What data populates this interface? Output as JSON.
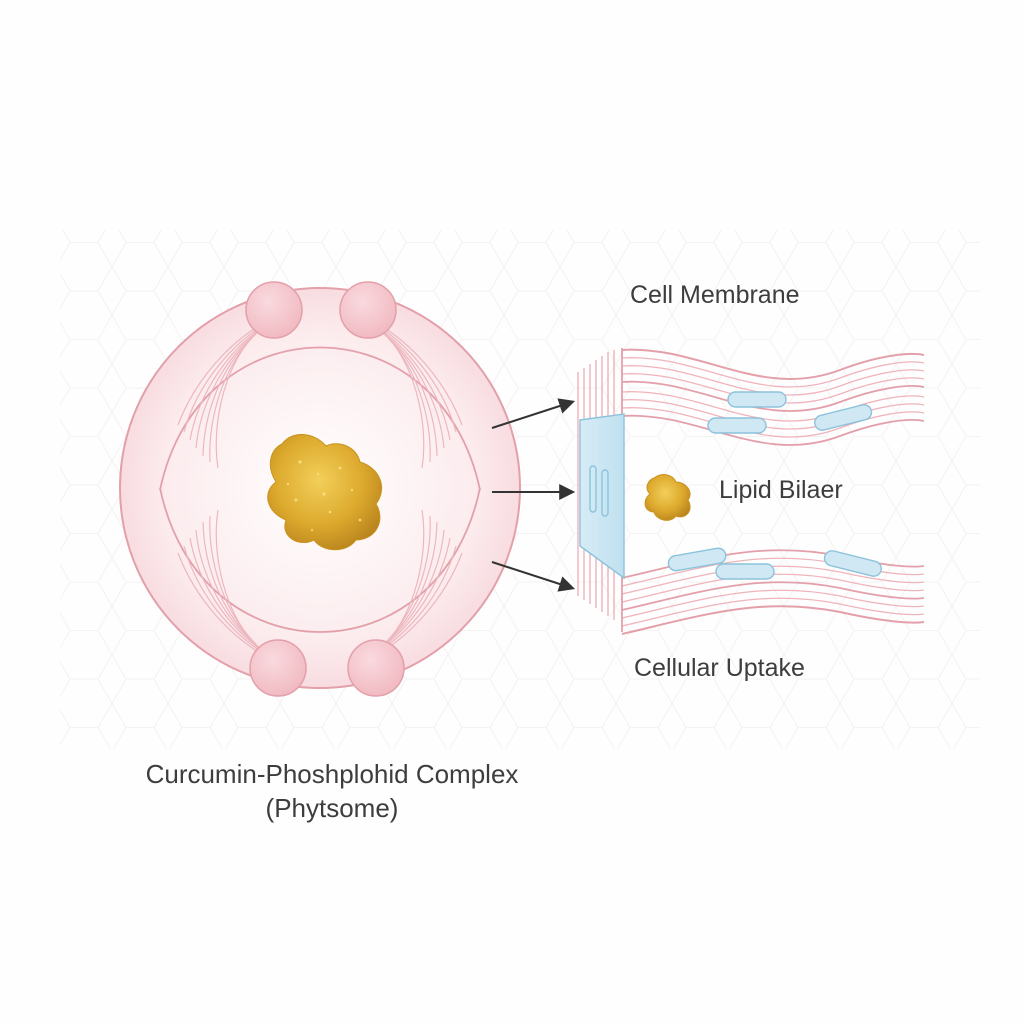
{
  "labels": {
    "cell_membrane": "Cell Membrane",
    "lipid_bilayer": "Lipid Bilaer",
    "cellular_uptake": "Cellular Uptake",
    "complex_line1": "Curcumin-Phoshplohid Complex",
    "complex_line2": "(Phytsome)"
  },
  "colors": {
    "membrane_pink": "#e8a6ae",
    "head_pink": "#f5c9cf",
    "curcumin_gold": "#d9a629",
    "channel_blue": "#cfe8f3",
    "arrow": "#333333",
    "text": "#3d3d3d"
  }
}
